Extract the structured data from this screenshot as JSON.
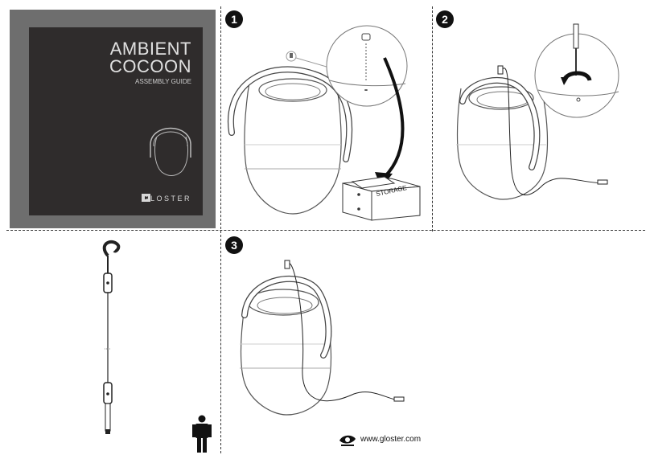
{
  "cover": {
    "title_line1": "AMBIENT",
    "title_line2": "COCOON",
    "subtitle": "ASSEMBLY GUIDE",
    "brand": "GLOSTER"
  },
  "steps": [
    {
      "number": "1",
      "storage_label": "STORAGE"
    },
    {
      "number": "2"
    },
    {
      "number": "3"
    }
  ],
  "footer": {
    "website": "www.gloster.com"
  },
  "colors": {
    "cover_outer": "#6e6e6e",
    "cover_inner": "#2f2c2c",
    "line": "#333333"
  }
}
